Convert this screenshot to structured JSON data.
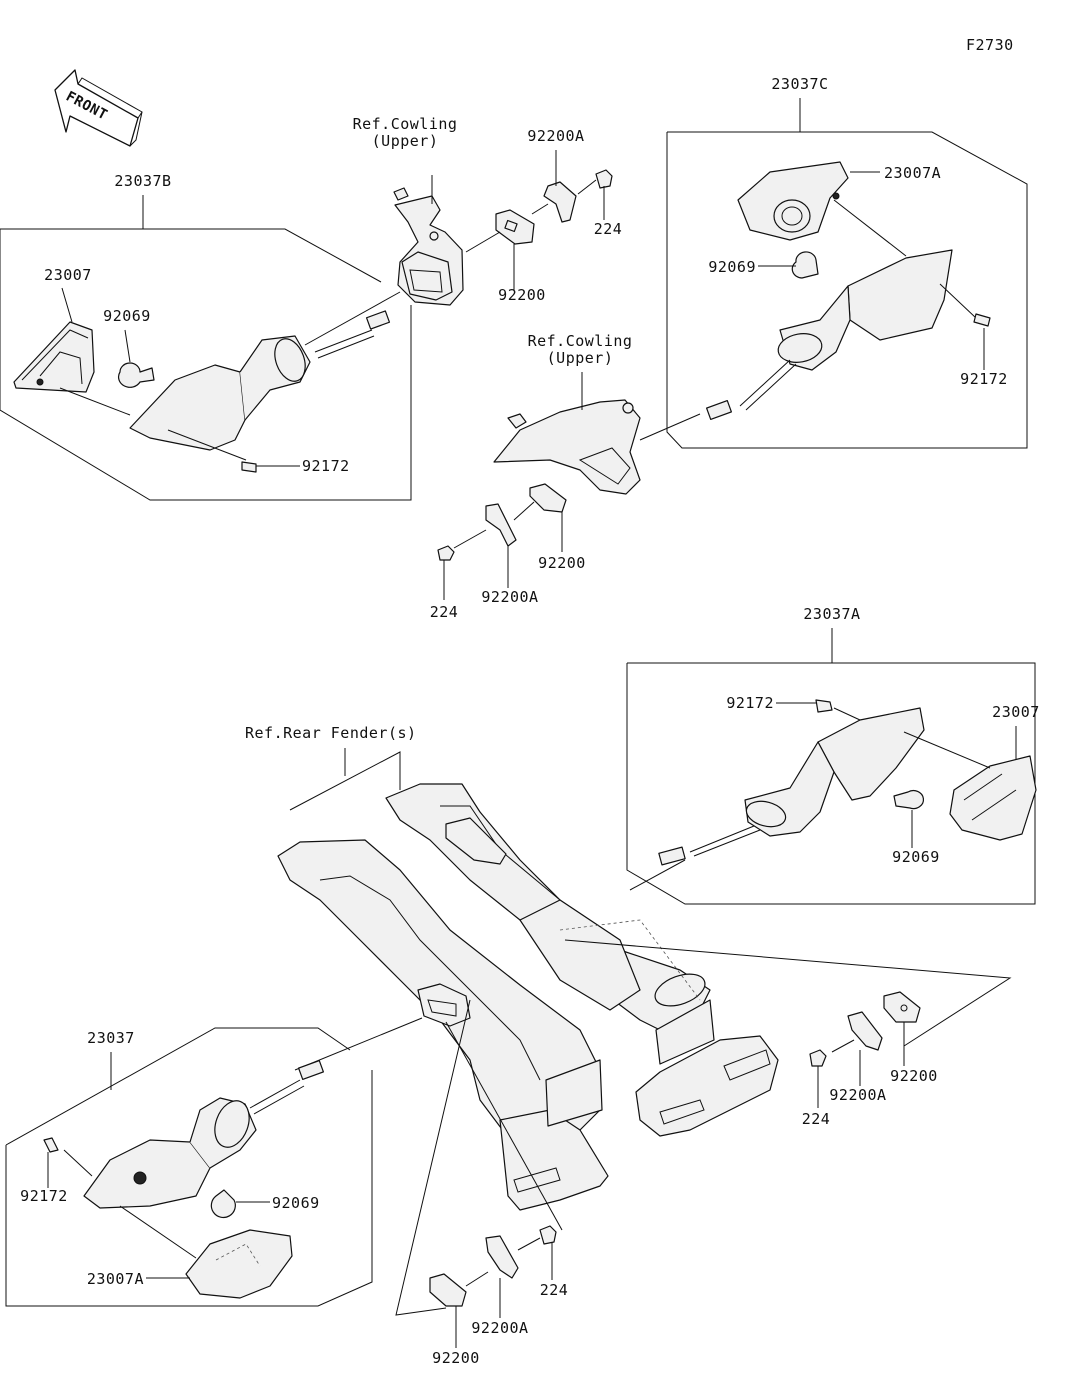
{
  "figure_code": "F2730",
  "front_label": "FRONT",
  "refs": {
    "cowling_upper_1": "Ref.Cowling\n(Upper)",
    "cowling_upper_2": "Ref.Cowling\n(Upper)",
    "rear_fender": "Ref.Rear Fender(s)"
  },
  "assemblies": {
    "a_23037B": "23037B",
    "a_23037C": "23037C",
    "a_23037A": "23037A",
    "a_23037": "23037"
  },
  "parts": {
    "p1": "23007",
    "p2": "92069",
    "p3": "92172",
    "p4": "92200A",
    "p5": "224",
    "p6": "92200",
    "p7": "23007A",
    "p8": "92069",
    "p9": "92172",
    "p10": "92200",
    "p11": "224",
    "p12": "92200A",
    "p13": "92172",
    "p14": "23007",
    "p15": "92069",
    "p16": "92200",
    "p17": "92200A",
    "p18": "224",
    "p19": "92172",
    "p20": "92069",
    "p21": "23007A",
    "p22": "224",
    "p23": "92200A",
    "p24": "92200"
  }
}
